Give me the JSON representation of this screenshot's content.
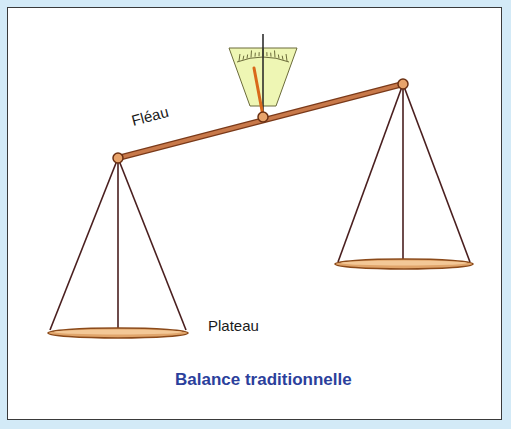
{
  "diagram": {
    "caption": "Balance traditionnelle",
    "labels": [
      "Fléau",
      "Plateau"
    ]
  }
}
